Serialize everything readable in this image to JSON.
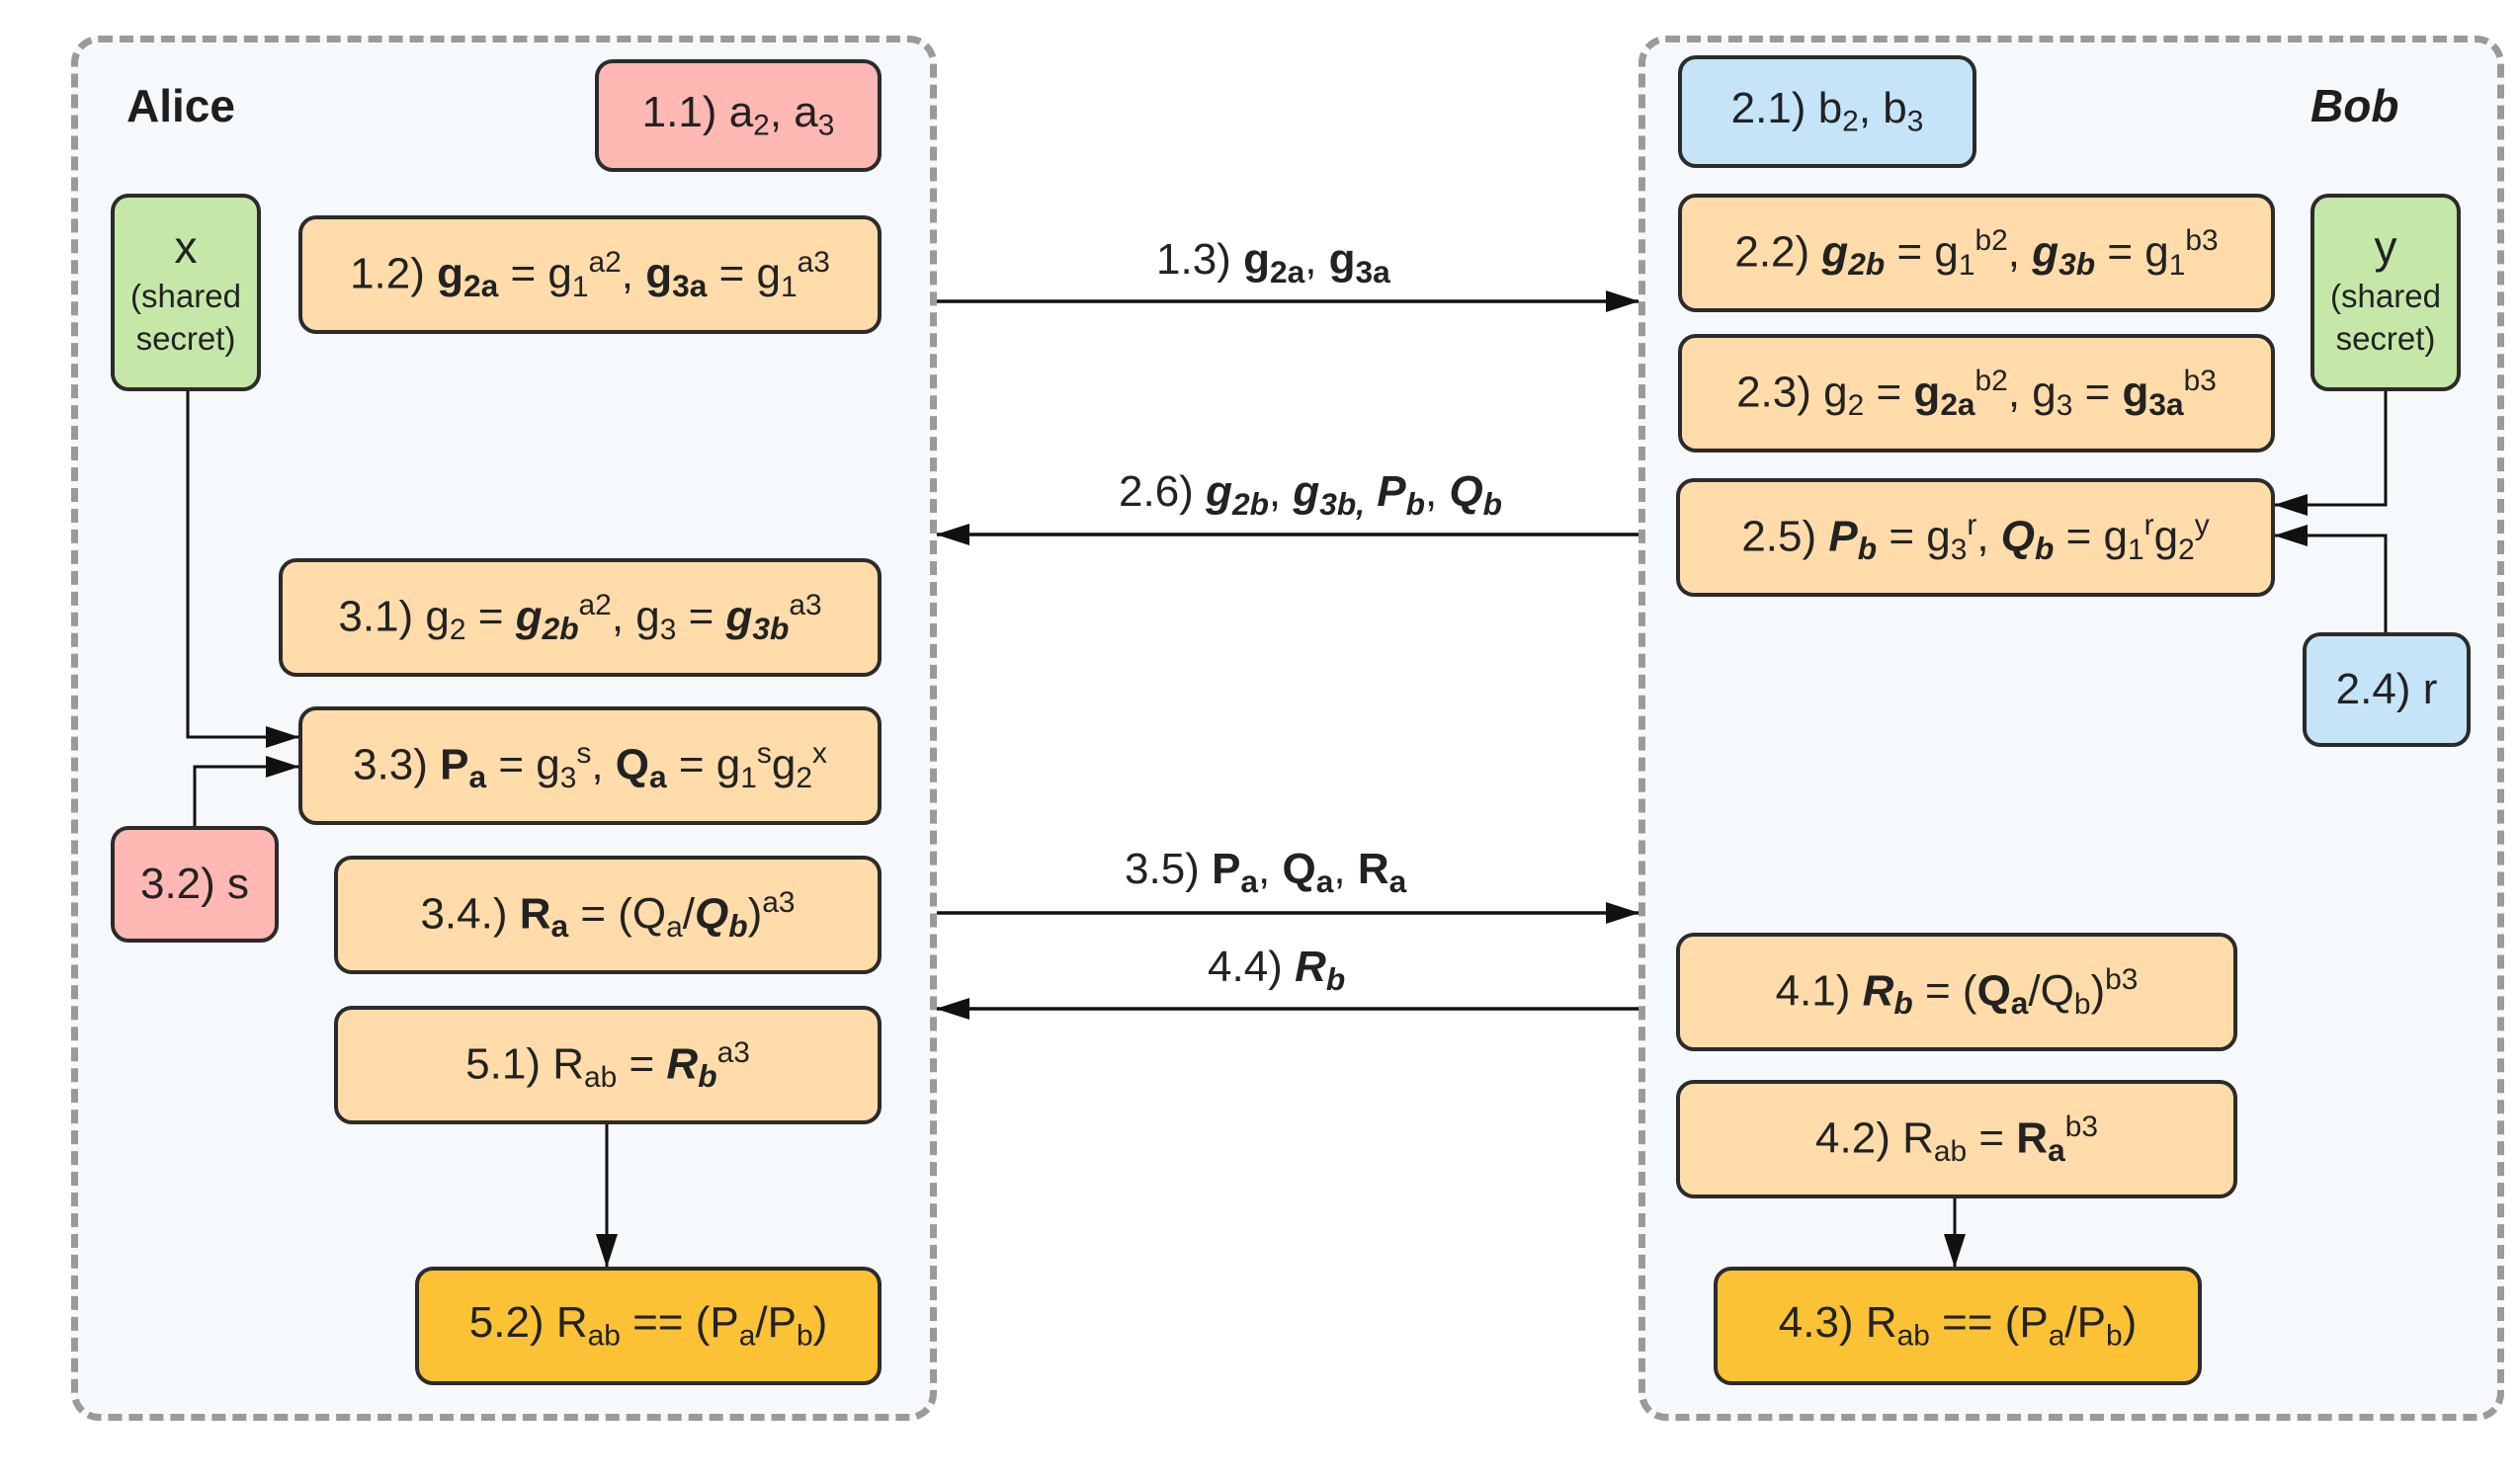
{
  "parties": {
    "alice": "Alice",
    "bob": "Bob"
  },
  "colors": {
    "alice_bg": "#f5f9fc",
    "panel_border": "#9a9a9a",
    "step_box": "#ffdcaa",
    "result_box": "#fcc235",
    "alice_random": "#ffb8b4",
    "bob_random": "#c5e4f8",
    "secret": "#c5e8a8"
  },
  "alice": {
    "s11": {
      "num": "1.1)",
      "t1": "a",
      "t2": "2",
      "t3": ", a",
      "t4": "3"
    },
    "secret": {
      "var": "x",
      "note1": "(shared",
      "note2": "secret)"
    },
    "s12": {
      "num": "1.2)",
      "t1": "g",
      "t2": "2a",
      "t3": " = g",
      "t4": "1",
      "t5": "a2",
      "t6": ", ",
      "t7": "g",
      "t8": "3a",
      "t9": " = g",
      "t10": "1",
      "t11": "a3"
    },
    "s31": {
      "num": "3.1)",
      "t1": "g",
      "t2": "2",
      "t3": " = ",
      "t4": "g",
      "t5": "2b",
      "t6": "a2",
      "t7": ", g",
      "t8": "3",
      "t9": " = ",
      "t10": "g",
      "t11": "3b",
      "t12": "a3"
    },
    "s33": {
      "num": "3.3)",
      "t1": "P",
      "t2": "a",
      "t3": " = g",
      "t4": "3",
      "t5": "s",
      "t6": ", ",
      "t7": "Q",
      "t8": "a",
      "t9": " = g",
      "t10": "1",
      "t11": "s",
      "t12": "g",
      "t13": "2",
      "t14": "x"
    },
    "s32": {
      "num": "3.2)",
      "t1": "s"
    },
    "s34": {
      "num": "3.4.)",
      "t1": "R",
      "t2": "a",
      "t3": " = (Q",
      "t4": "a",
      "t5": "/",
      "t6": "Q",
      "t7": "b",
      "t8": ")",
      "t9": "a3"
    },
    "s51": {
      "num": "5.1)",
      "t1": "R",
      "t2": "ab",
      "t3": " = ",
      "t4": "R",
      "t5": "b",
      "t6": "a3"
    },
    "s52": {
      "num": "5.2)",
      "t1": "R",
      "t2": "ab",
      "t3": " == (P",
      "t4": "a",
      "t5": "/P",
      "t6": "b",
      "t7": ")"
    }
  },
  "bob": {
    "s21": {
      "num": "2.1)",
      "t1": "b",
      "t2": "2",
      "t3": ", b",
      "t4": "3"
    },
    "s22": {
      "num": "2.2)",
      "t1": "g",
      "t2": "2b",
      "t3": " = g",
      "t4": "1",
      "t5": "b2",
      "t6": ", ",
      "t7": "g",
      "t8": "3b",
      "t9": " = g",
      "t10": "1",
      "t11": "b3"
    },
    "secret": {
      "var": "y",
      "note1": "(shared",
      "note2": "secret)"
    },
    "s23": {
      "num": "2.3)",
      "t1": "g",
      "t2": "2",
      "t3": " = ",
      "t4": "g",
      "t5": "2a",
      "t6": "b2",
      "t7": ", g",
      "t8": "3",
      "t9": " = ",
      "t10": "g",
      "t11": "3a",
      "t12": "b3"
    },
    "s25": {
      "num": "2.5)",
      "t1": "P",
      "t2": "b",
      "t3": " = g",
      "t4": "3",
      "t5": "r",
      "t6": ", ",
      "t7": "Q",
      "t8": "b",
      "t9": " = g",
      "t10": "1",
      "t11": "r",
      "t12": "g",
      "t13": "2",
      "t14": "y"
    },
    "s24": {
      "num": "2.4)",
      "t1": "r"
    },
    "s41": {
      "num": "4.1)",
      "t1": "R",
      "t2": "b",
      "t3": " = (",
      "t4": "Q",
      "t5": "a",
      "t6": "/Q",
      "t7": "b",
      "t8": ")",
      "t9": "b3"
    },
    "s42": {
      "num": "4.2)",
      "t1": "R",
      "t2": "ab",
      "t3": " = ",
      "t4": "R",
      "t5": "a",
      "t6": "b3"
    },
    "s43": {
      "num": "4.3)",
      "t1": "R",
      "t2": "ab",
      "t3": " == (P",
      "t4": "a",
      "t5": "/P",
      "t6": "b",
      "t7": ")"
    }
  },
  "messages": {
    "m13": {
      "num": "1.3)",
      "t1": "g",
      "t2": "2a",
      "t3": ", ",
      "t4": "g",
      "t5": "3a"
    },
    "m26": {
      "num": "2.6)",
      "t1": "g",
      "t2": "2b",
      "t3": ", ",
      "t4": "g",
      "t5": "3b,",
      "t6": " ",
      "t7": "P",
      "t8": "b",
      "t9": ", ",
      "t10": "Q",
      "t11": "b"
    },
    "m35": {
      "num": "3.5)",
      "t1": "P",
      "t2": "a",
      "t3": ", ",
      "t4": "Q",
      "t5": "a",
      "t6": ", ",
      "t7": "R",
      "t8": "a"
    },
    "m44": {
      "num": "4.4)",
      "t1": "R",
      "t2": "b"
    }
  }
}
